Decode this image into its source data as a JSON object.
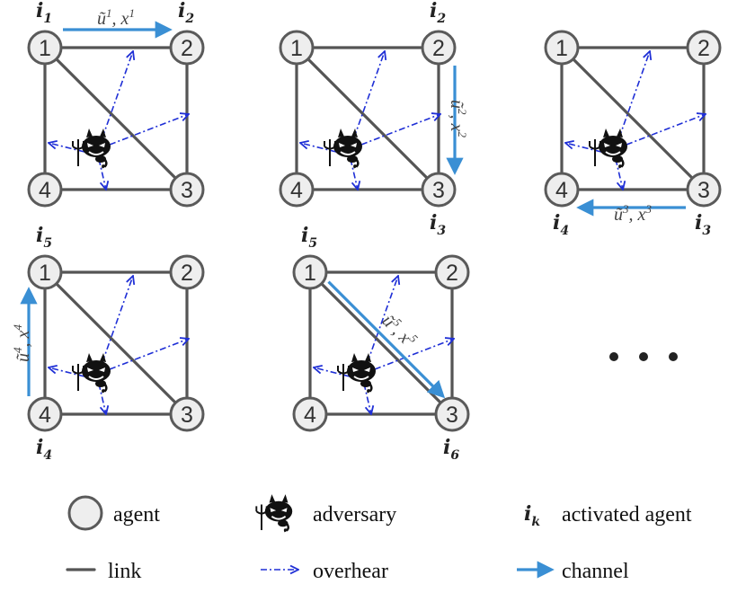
{
  "panels": [
    {
      "activated": [
        {
          "node": "1",
          "label": "i",
          "sub": "1"
        },
        {
          "node": "2",
          "label": "i",
          "sub": "2"
        }
      ],
      "channel": {
        "from": "1",
        "to": "2",
        "u": "ũ",
        "x": "x",
        "k": "1"
      }
    },
    {
      "activated": [
        {
          "node": "2",
          "label": "i",
          "sub": "2"
        },
        {
          "node": "3",
          "label": "i",
          "sub": "3"
        }
      ],
      "channel": {
        "from": "2",
        "to": "3",
        "u": "ũ",
        "x": "x",
        "k": "2"
      }
    },
    {
      "activated": [
        {
          "node": "4",
          "label": "i",
          "sub": "4"
        },
        {
          "node": "3",
          "label": "i",
          "sub": "3"
        }
      ],
      "channel": {
        "from": "3",
        "to": "4",
        "u": "ũ",
        "x": "x",
        "k": "3"
      }
    },
    {
      "activated": [
        {
          "node": "1",
          "label": "i",
          "sub": "5"
        },
        {
          "node": "4",
          "label": "i",
          "sub": "4"
        }
      ],
      "channel": {
        "from": "4",
        "to": "1",
        "u": "ũ",
        "x": "x",
        "k": "4"
      }
    },
    {
      "activated": [
        {
          "node": "1",
          "label": "i",
          "sub": "5"
        },
        {
          "node": "3",
          "label": "i",
          "sub": "6"
        }
      ],
      "channel": {
        "from": "1",
        "to": "3",
        "u": "ũ",
        "x": "x",
        "k": "5"
      }
    }
  ],
  "node_labels": [
    "1",
    "2",
    "3",
    "4"
  ],
  "continuation": "• • •",
  "legend": {
    "agent": "agent",
    "adversary": "adversary",
    "activated_symbol": "i",
    "activated_sub": "k",
    "activated": "activated agent",
    "link": "link",
    "overhear": "overhear",
    "channel": "channel"
  },
  "colors": {
    "link": "#555555",
    "overhear": "#1f2fd6",
    "channel": "#3a8fd4",
    "node_fill": "#eeeeee"
  }
}
